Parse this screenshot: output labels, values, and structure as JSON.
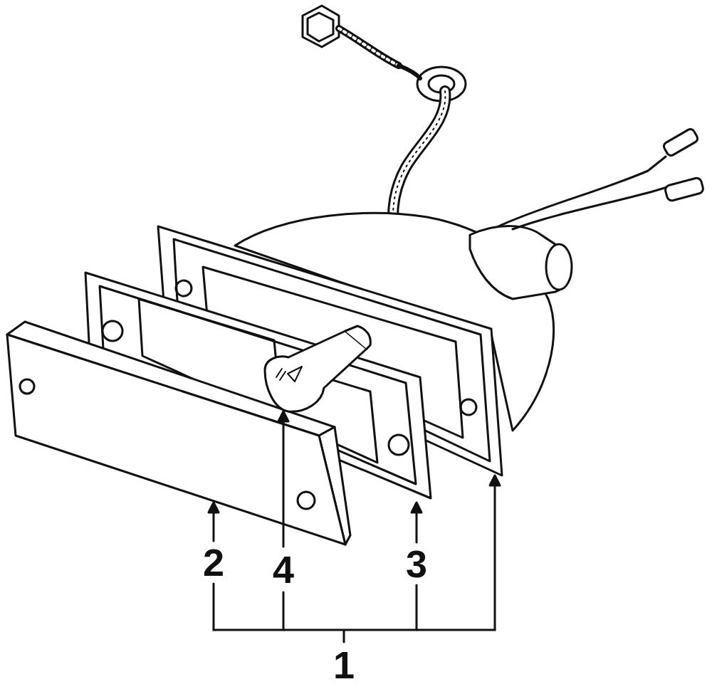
{
  "diagram": {
    "labels": [
      "2",
      "4",
      "3",
      "1"
    ]
  }
}
